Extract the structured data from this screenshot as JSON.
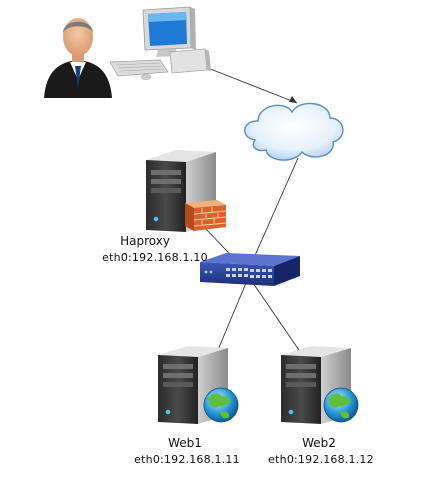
{
  "nodes": {
    "haproxy": {
      "name": "Haproxy",
      "ip": "eth0:192.168.1.10"
    },
    "web1": {
      "name": "Web1",
      "ip": "eth0:192.168.1.11"
    },
    "web2": {
      "name": "Web2",
      "ip": "eth0:192.168.1.12"
    }
  },
  "icons": [
    "user-icon",
    "computer-icon",
    "cloud-icon",
    "haproxy-server-icon",
    "firewall-icon",
    "switch-icon",
    "web1-server-icon",
    "web2-server-icon",
    "globe-icon"
  ]
}
